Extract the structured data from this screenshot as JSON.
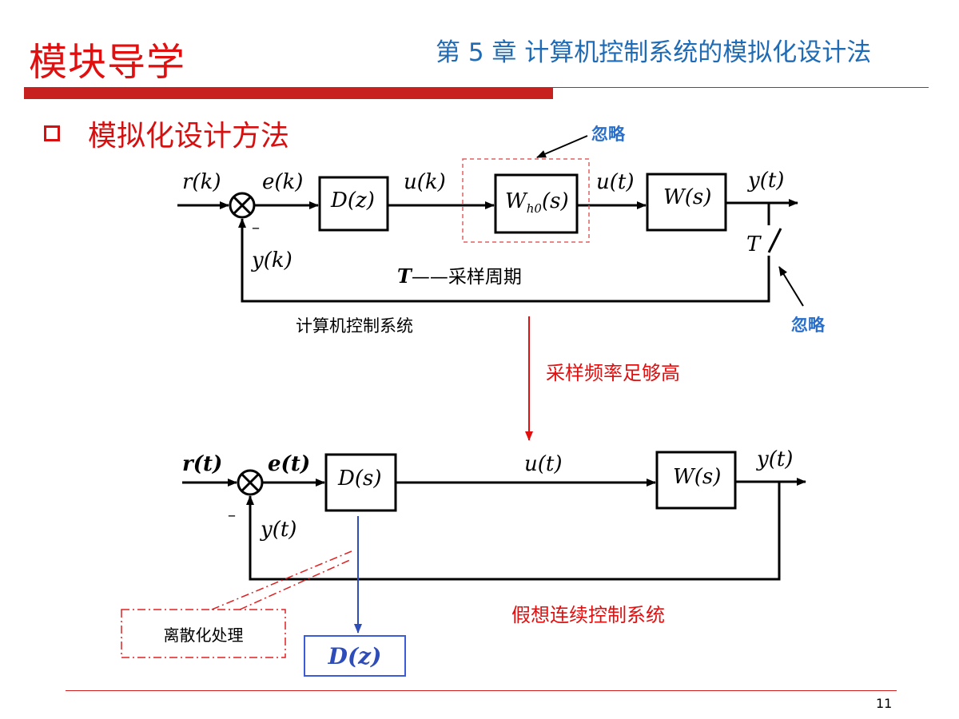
{
  "header": {
    "title": "模块导学",
    "chapter": "第 5 章  计算机控制系统的模拟化设计法"
  },
  "section": {
    "heading": "模拟化设计方法"
  },
  "top_diagram": {
    "input": "r(k)",
    "error": "e(k)",
    "controller": "D(z)",
    "control_seq": "u(k)",
    "hold_main": "W",
    "hold_sub": "h0",
    "hold_arg": "(s)",
    "control_cont": "u(t)",
    "plant": "W(s)",
    "output": "y(t)",
    "feedback": "y(k)",
    "minus": "–",
    "switch_label": "T",
    "sample_key": "T",
    "sample_text": "——采样周期",
    "ignore_top": "忽略",
    "ignore_switch": "忽略",
    "caption": "计算机控制系统"
  },
  "transition": {
    "label": "采样频率足够高"
  },
  "bottom_diagram": {
    "input": "r(t)",
    "error": "e(t)",
    "controller": "D(s)",
    "control": "u(t)",
    "plant": "W(s)",
    "output": "y(t)",
    "feedback": "y(t)",
    "minus": "–",
    "caption": "假想连续控制系统",
    "discretize": "离散化处理",
    "result": "D(z)"
  },
  "footer": {
    "page": "11"
  },
  "colors": {
    "accent_red": "#c8201f",
    "title_red": "#e01010",
    "chapter_blue": "#1f6bb5",
    "note_blue": "#2a6fc9",
    "result_blue": "#3b5bd9"
  }
}
